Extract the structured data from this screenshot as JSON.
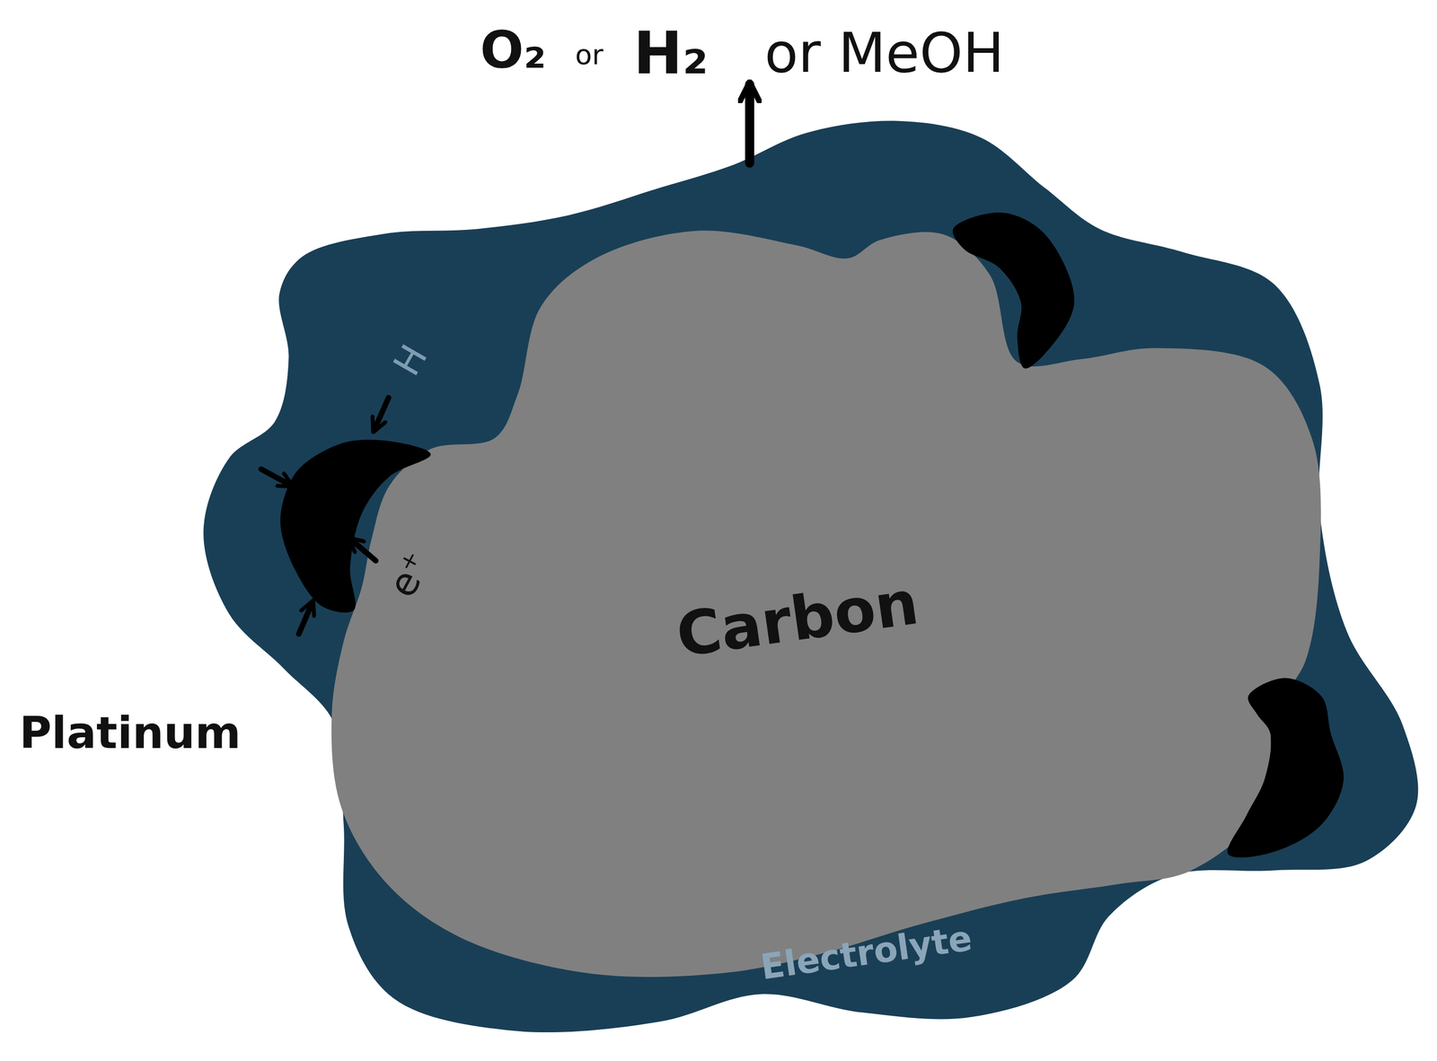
{
  "diagram": {
    "labels": [
      "O₂",
      "or",
      "H₂",
      "or MeOH",
      "H",
      "e⁺",
      "Carbon",
      "Platinum",
      "Electrolyte"
    ]
  }
}
